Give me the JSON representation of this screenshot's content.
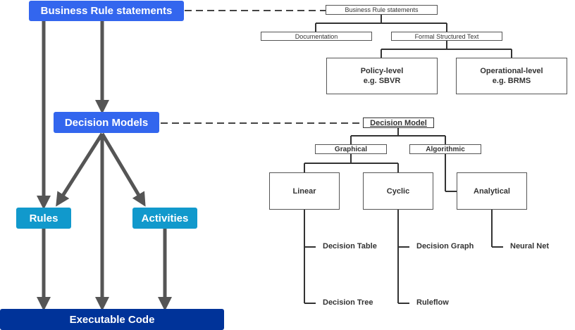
{
  "left_flow": {
    "business_rule_statements": "Business Rule statements",
    "decision_models": "Decision Models",
    "rules": "Rules",
    "activities": "Activities",
    "executable_code": "Executable Code"
  },
  "business_rule_tree": {
    "root": "Business Rule statements",
    "documentation": "Documentation",
    "formal_structured_text": "Formal Structured Text",
    "policy_level": {
      "line1": "Policy-level",
      "line2": "e.g. SBVR"
    },
    "operational_level": {
      "line1": "Operational-level",
      "line2": "e.g. BRMS"
    }
  },
  "decision_model_tree": {
    "root": "Decision Model",
    "graphical": "Graphical",
    "algorithmic": "Algorithmic",
    "linear": "Linear",
    "cyclic": "Cyclic",
    "analytical": "Analytical",
    "decision_table": "Decision Table",
    "decision_tree": "Decision Tree",
    "decision_graph": "Decision Graph",
    "ruleflow": "Ruleflow",
    "neural_net": "Neural Net"
  },
  "colors": {
    "blue": "#3366ee",
    "teal": "#1199cc",
    "navy": "#003399",
    "arrow": "#555555"
  }
}
